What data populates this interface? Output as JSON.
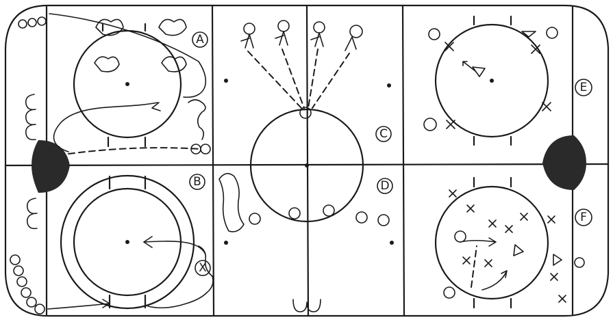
{
  "diagram": {
    "stations": [
      {
        "id": "A",
        "label": "A"
      },
      {
        "id": "B",
        "label": "B"
      },
      {
        "id": "C",
        "label": "C"
      },
      {
        "id": "D",
        "label": "D"
      },
      {
        "id": "E",
        "label": "E"
      },
      {
        "id": "F",
        "label": "F"
      }
    ],
    "marker_label": "X",
    "colors": {
      "ink": "#1a1a1a",
      "net": "#2a2a2a",
      "ice": "#ffffff"
    }
  }
}
